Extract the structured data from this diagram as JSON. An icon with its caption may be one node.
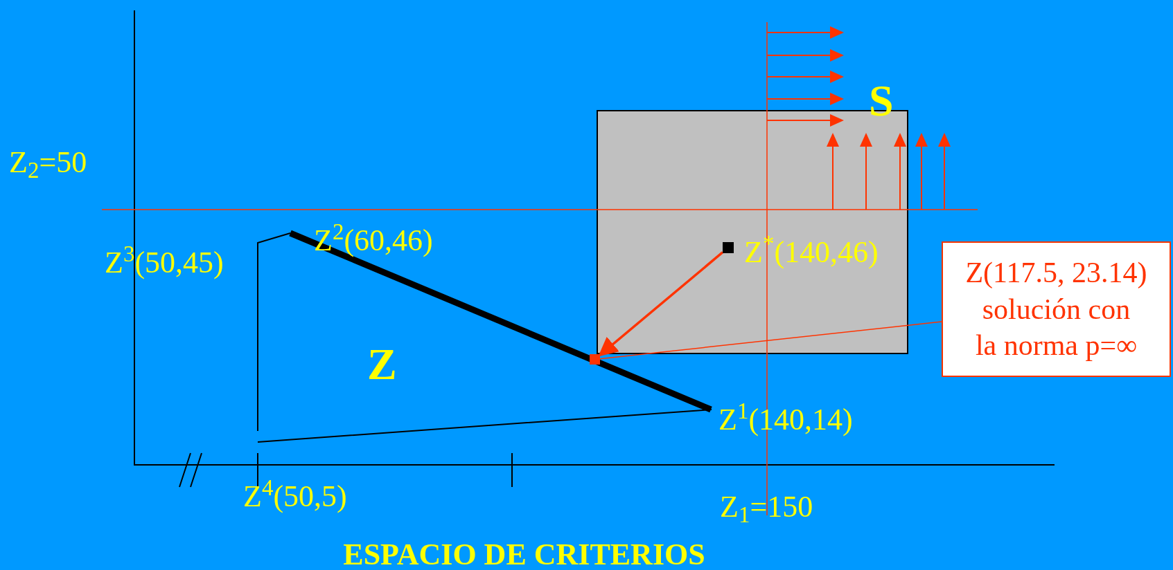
{
  "diagram": {
    "title": "ESPACIO DE CRITERIOS",
    "nodes": [
      {
        "text": [],
        "shape": "box",
        "beside": [
          "Z$^{*}$(140,46)"
        ]
      },
      {
        "text": [],
        "shape": "box"
      },
      {
        "text": [
          "Z(117.5, 23.14)",
          "solución con la norma p=∞"
        ]
      }
    ],
    "edges": [
      {
        "from": 0,
        "to": 1,
        "arrow": "to"
      },
      {
        "from": 2,
        "to": 1,
        "arrow": "none"
      }
    ],
    "labels": [
      "S",
      "Z$_{2}$=50",
      "Z$^{2}$(60,46)",
      "Z$^{3}$(50,45)",
      "Z",
      "Z$^{1}$(140,14)",
      "Z$^{4}$(50,5)",
      "Z$_{1}$=150"
    ]
  }
}
